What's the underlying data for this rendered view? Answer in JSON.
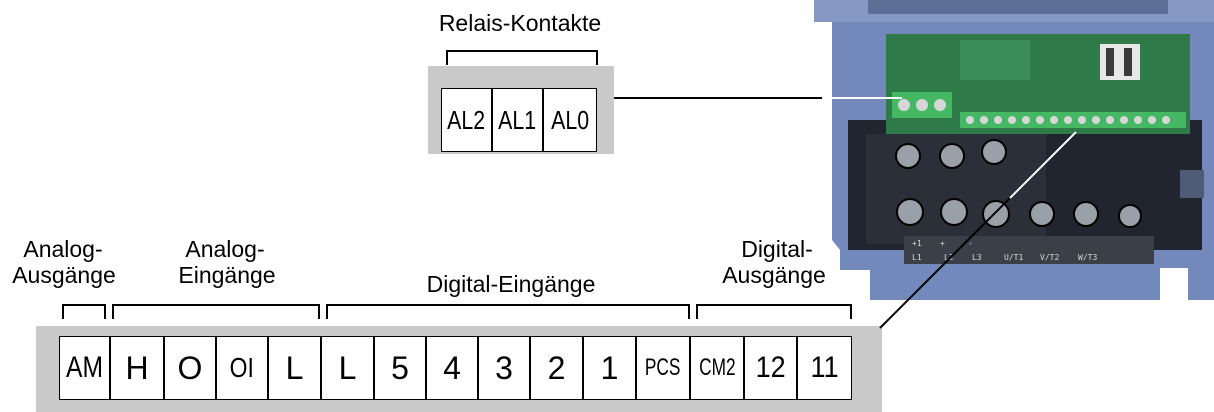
{
  "relay": {
    "title": "Relais-Kontakte",
    "terminals": [
      "AL2",
      "AL1",
      "AL0"
    ]
  },
  "groups": {
    "analog_out": [
      "Analog-",
      "Ausgänge"
    ],
    "analog_in": [
      "Analog-",
      "Eingänge"
    ],
    "digital_in": "Digital-Eingänge",
    "digital_out": [
      "Digital-",
      "Ausgänge"
    ]
  },
  "terminals": [
    "AM",
    "H",
    "O",
    "OI",
    "L",
    "L",
    "5",
    "4",
    "3",
    "2",
    "1",
    "PCS",
    "CM2",
    "12",
    "11"
  ],
  "device_labels": [
    "+1",
    "+",
    "-",
    "L1",
    "L2",
    "L3",
    "U/T1",
    "V/T2",
    "W/T3"
  ],
  "colors": {
    "panel": "#c9c9c9",
    "device_body": "#6d84b5",
    "device_dark": "#1a1f2a",
    "pcb": "#2e7a48",
    "connector": "#3fb55c"
  }
}
